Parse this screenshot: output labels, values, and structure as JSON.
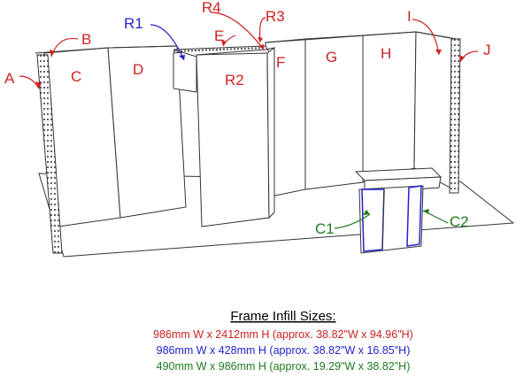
{
  "colors": {
    "red": "#cc2222",
    "blue": "#2222cc",
    "green": "#1f7a1f",
    "line": "#333333"
  },
  "labels": {
    "A": "A",
    "B": "B",
    "C": "C",
    "D": "D",
    "E": "E",
    "F": "F",
    "G": "G",
    "H": "H",
    "I": "I",
    "J": "J",
    "R1": "R1",
    "R2": "R2",
    "R3": "R3",
    "R4": "R4",
    "C1": "C1",
    "C2": "C2"
  },
  "caption": {
    "title": "Frame Infill Sizes:",
    "red_line": "986mm W x 2412mm H (approx. 38.82\"W x 94.96\"H)",
    "blue_line": "986mm W x 428mm H (approx. 38.82\"W x 16.85\"H)",
    "green_line": "490mm W x 986mm H (approx. 19.29\"W x 38.82\"H)"
  }
}
